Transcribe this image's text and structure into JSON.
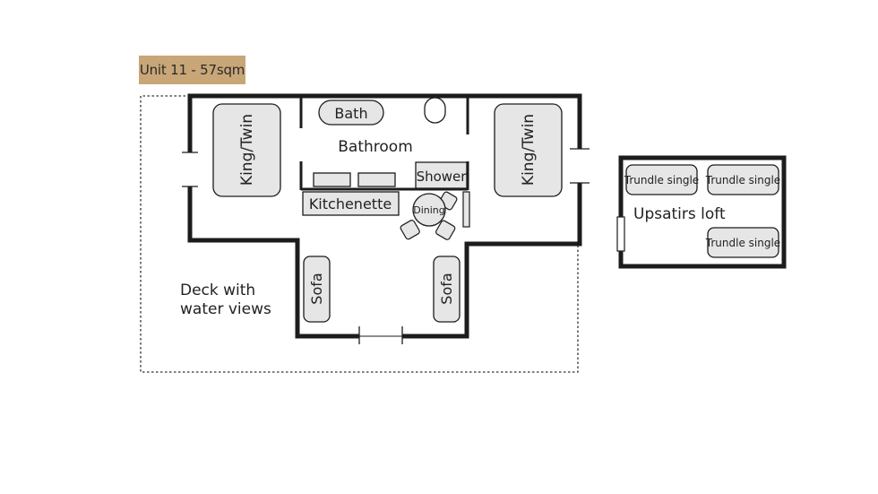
{
  "title": "Unit 11 - 57sqm",
  "rooms": {
    "bathroom": "Bathroom",
    "bath": "Bath",
    "shower": "Shower",
    "kitchenette": "Kitchenette",
    "dining": "Dining",
    "bed_left": "King/Twin",
    "bed_right": "King/Twin",
    "sofa_left": "Sofa",
    "sofa_right": "Sofa",
    "deck_line1": "Deck with",
    "deck_line2": "water views"
  },
  "loft": {
    "label": "Upsatirs loft",
    "bed1": "Trundle single",
    "bed2": "Trundle single",
    "bed3": "Trundle single"
  },
  "colors": {
    "badge": "#c9a678",
    "wall": "#1c1c1c",
    "furniture_fill": "#e6e6e6"
  }
}
